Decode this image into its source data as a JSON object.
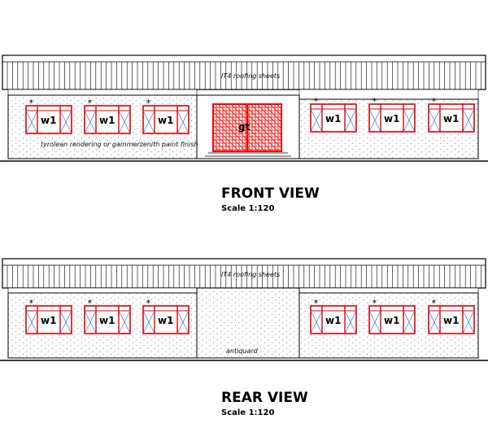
{
  "views": [
    {
      "id": "front",
      "title": "FRONT VIEW",
      "scale": "Scale 1:120",
      "roof_note": "IT4 roofing sheets",
      "wall_note": "tyrolean rendering or gammerzenith paint finish",
      "window_label": "w1",
      "window_count_left": 3,
      "window_count_right": 3,
      "door_label": "gt"
    },
    {
      "id": "rear",
      "title": "REAR VIEW",
      "scale": "Scale 1:120",
      "roof_note": "IT4 roofing sheets",
      "center_note": "antiquard",
      "window_label": "w1",
      "window_count_left": 3,
      "window_count_right": 3
    }
  ],
  "colors": {
    "line": "#000000",
    "window_frame": "#e00000",
    "glass_cross": "#3a6fd8",
    "gate": "#ff0000"
  }
}
